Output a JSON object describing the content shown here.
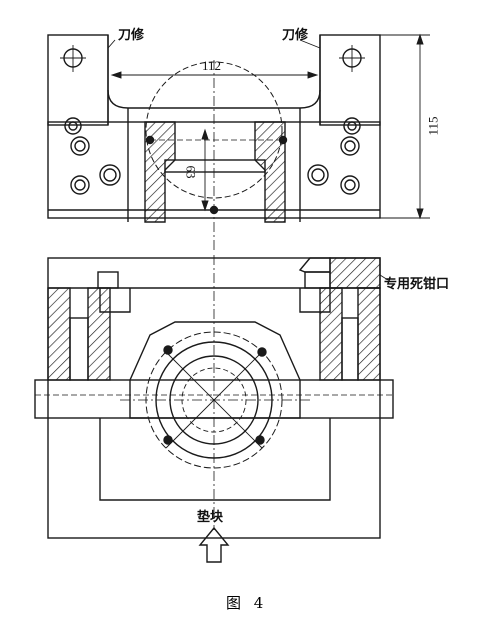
{
  "labels": {
    "tool_relief_left": "刀修",
    "tool_relief_right": "刀修",
    "special_jaw": "专用死钳口",
    "pad_block": "垫块"
  },
  "dimensions": {
    "width": "112",
    "depth": "63",
    "height": "115"
  },
  "caption": "图 4",
  "colors": {
    "line": "#1a1a1a",
    "background": "#ffffff"
  }
}
